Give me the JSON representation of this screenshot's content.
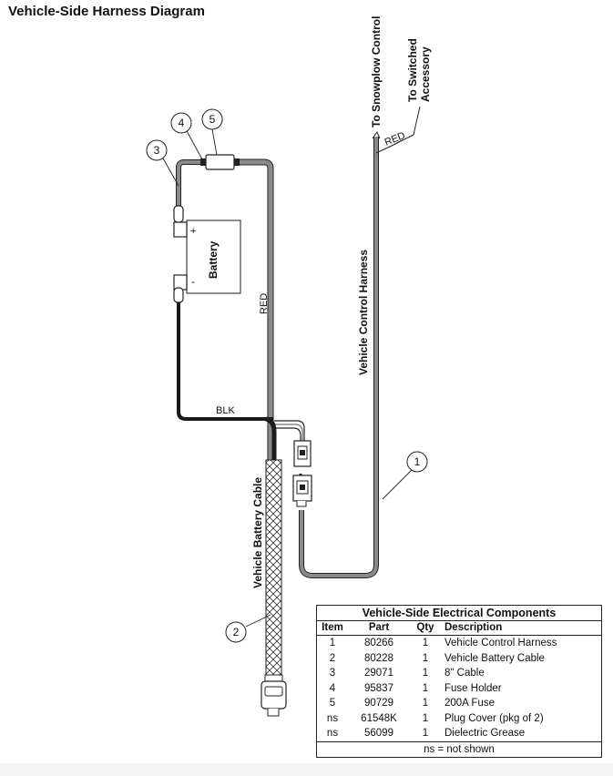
{
  "title": "Vehicle-Side Harness Diagram",
  "labels": {
    "to_snowplow": "To Snowplow Control",
    "to_switched_line1": "To Switched",
    "to_switched_line2": "Accessory",
    "red_top": "RED",
    "red_side": "RED",
    "blk": "BLK",
    "battery": "Battery",
    "plus": "+",
    "minus": "-",
    "vehicle_control_harness": "Vehicle Control Harness",
    "vehicle_battery_cable": "Vehicle Battery Cable"
  },
  "callouts": [
    "1",
    "2",
    "3",
    "4",
    "5"
  ],
  "parts_table": {
    "title": "Vehicle-Side Electrical Components",
    "headers": [
      "Item",
      "Part",
      "Qty",
      "Description"
    ],
    "rows": [
      [
        "1",
        "80266",
        "1",
        "Vehicle Control Harness"
      ],
      [
        "2",
        "80228",
        "1",
        "Vehicle Battery Cable"
      ],
      [
        "3",
        "29071",
        "1",
        "8\" Cable"
      ],
      [
        "4",
        "95837",
        "1",
        "Fuse Holder"
      ],
      [
        "5",
        "90729",
        "1",
        "200A Fuse"
      ],
      [
        "ns",
        "61548K",
        "1",
        "Plug Cover (pkg of 2)"
      ],
      [
        "ns",
        "56099",
        "1",
        "Dielectric Grease"
      ]
    ],
    "footnote": "ns = not shown"
  },
  "colors": {
    "wire_gray": "#8a8a8a",
    "wire_black": "#1a1a1a",
    "outline": "#222222"
  }
}
